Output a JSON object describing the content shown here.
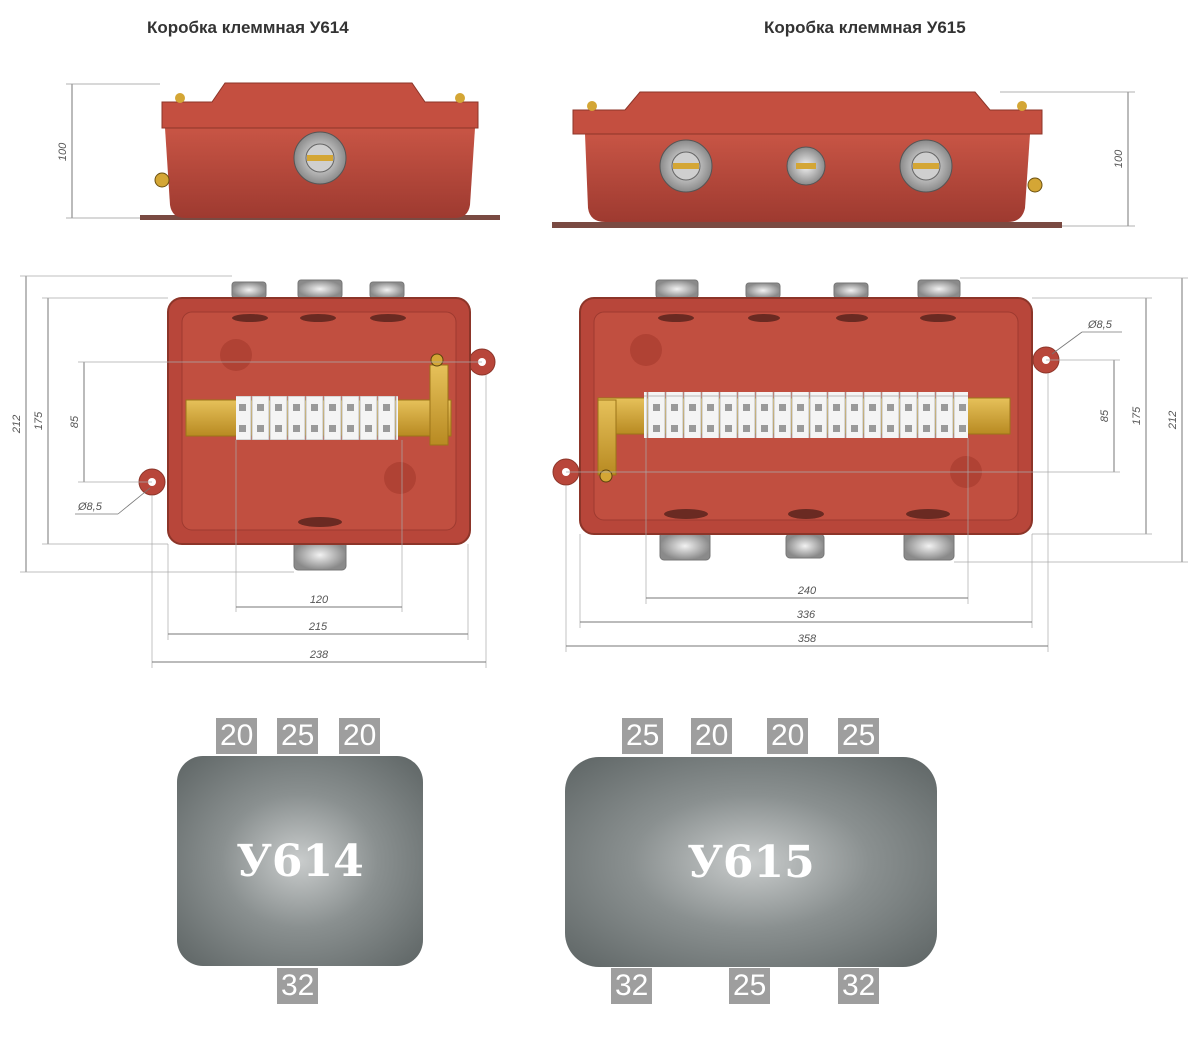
{
  "titles": {
    "left": "Коробка клеммная У614",
    "right": "Коробка клеммная У615"
  },
  "colors": {
    "box_body": "#b8463a",
    "box_top": "#c64f40",
    "bracket": "#d4a635",
    "terminal": "#f1f1f1",
    "dimension_line": "#777777",
    "tag_bg": "#9e9e9e",
    "schematic_dark": "#5d6464",
    "schematic_light": "#c9cccc"
  },
  "u614": {
    "dims": {
      "height": "100",
      "outer_height": "212",
      "inner_height": "175",
      "rail_spacing": "85",
      "hole": "Ø8,5",
      "terminal_width": "120",
      "inner_width": "215",
      "outer_width": "238"
    },
    "schematic": {
      "label": "У614",
      "top": [
        "20",
        "25",
        "20"
      ],
      "bottom": [
        "32"
      ]
    }
  },
  "u615": {
    "dims": {
      "height": "100",
      "outer_height": "212",
      "inner_height": "175",
      "rail_spacing": "85",
      "hole": "Ø8,5",
      "terminal_width": "240",
      "inner_width": "336",
      "outer_width": "358"
    },
    "schematic": {
      "label": "У615",
      "top": [
        "25",
        "20",
        "20",
        "25"
      ],
      "bottom": [
        "32",
        "25",
        "32"
      ]
    }
  }
}
